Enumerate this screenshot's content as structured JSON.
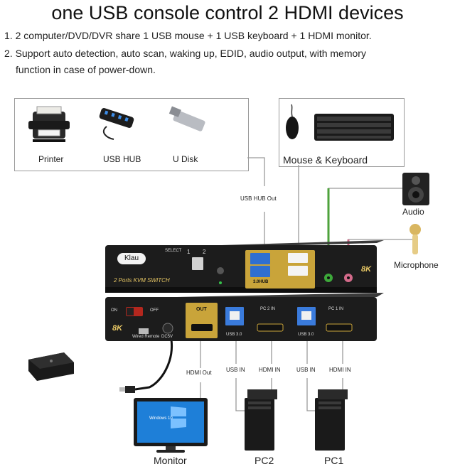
{
  "title": "one USB console control 2 HDMI devices",
  "features": [
    "1. 2 computer/DVD/DVR share 1 USB mouse + 1 USB keyboard + 1 HDMI monitor.",
    "2. Support auto detection, auto scan, waking up, EDID, audio output, with memory",
    "function in case of power-down."
  ],
  "usb_peripherals": {
    "printer": "Printer",
    "hub": "USB HUB",
    "disk": "U Disk"
  },
  "mouse_keyboard": "Mouse & Keyboard",
  "audio": "Audio",
  "microphone": "Microphone",
  "cables": {
    "usb_hub_out": "USB HUB  Out",
    "hdmi_out": "HDMI Out",
    "usb_in_1": "USB IN",
    "hdmi_in_1": "HDMI IN",
    "usb_in_2": "USB IN",
    "hdmi_in_2": "HDMI IN"
  },
  "device": {
    "brand": "Klau",
    "type": "2 Ports KVM SWITCH",
    "badge": "8K",
    "front_select": "SELECT",
    "front_hub": "3.0HUB",
    "front_port_nums": [
      "1",
      "2"
    ],
    "rear_on": "ON",
    "rear_off": "OFF",
    "rear_wired": "Wired Remote",
    "rear_dc": "DC5V",
    "rear_out": "OUT",
    "rear_pc2_in": "PC 2 IN",
    "rear_pc1_in": "PC 1 IN",
    "rear_usb30": "USB 3.0"
  },
  "devices": {
    "monitor": "Monitor",
    "pc2": "PC2",
    "pc1": "PC1",
    "screen_text": "Windows 10"
  },
  "colors": {
    "device_body": "#1c1c1c",
    "gold": "#c9a43a",
    "usb_blue": "#2f6fd1",
    "screen": "#1e7fd8"
  }
}
